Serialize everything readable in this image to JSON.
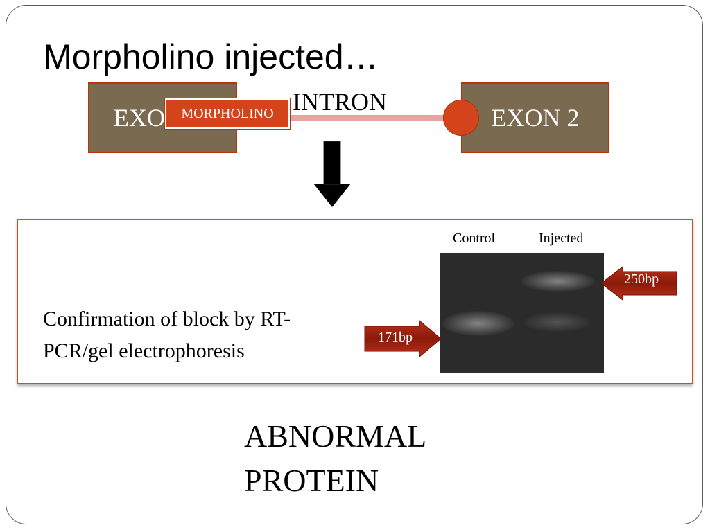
{
  "slide": {
    "title": "Morpholino injected…",
    "diagram": {
      "exon1_label": "EXON 1",
      "exon2_label": "EXON 2",
      "intron_label": "INTRON",
      "morpholino_label": "MORPHOLINO"
    },
    "confirmation": {
      "line1": "Confirmation of block by RT-",
      "line2": "PCR/gel electrophoresis"
    },
    "gel": {
      "lanes": [
        "Control",
        "Injected"
      ],
      "markers": [
        {
          "label": "250bp"
        },
        {
          "label": "171bp"
        }
      ]
    },
    "result": {
      "line1": "ABNORMAL",
      "line2": "PROTEIN"
    }
  },
  "colors": {
    "exon_fill": "#7a6a50",
    "accent_red": "#d4441a",
    "marker_red": "#a4200e",
    "intron_pink": "#e8a5a0"
  }
}
